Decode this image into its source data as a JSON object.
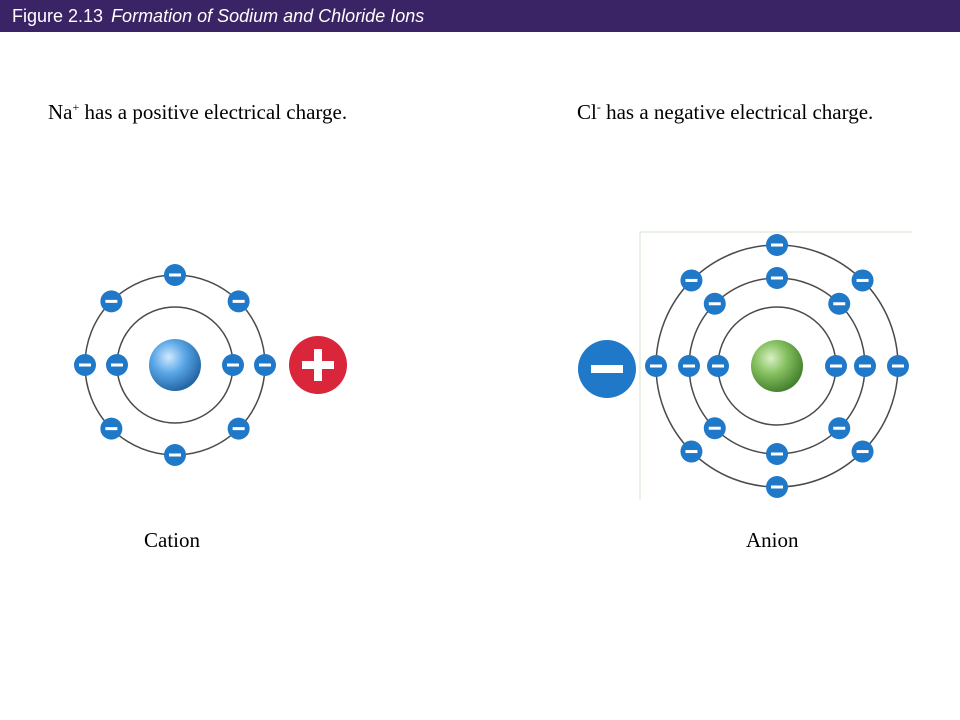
{
  "header": {
    "figure_number": "Figure 2.13",
    "figure_title": "Formation of Sodium and Chloride Ions",
    "background_color": "#3a2466"
  },
  "sodium": {
    "caption_symbol": "Na",
    "caption_charge": "+",
    "caption_text": " has a positive electrical charge.",
    "label": "Cation",
    "shells": [
      2,
      8
    ],
    "ion_charge_icon": "plus-icon",
    "ion_charge_color": "#d9263a",
    "nucleus_color": "#3d8fd6"
  },
  "chlorine": {
    "caption_symbol": "Cl",
    "caption_charge": "-",
    "caption_text": " has a negative electrical charge.",
    "label": "Anion",
    "shells": [
      2,
      8,
      8
    ],
    "ion_charge_icon": "minus-icon",
    "ion_charge_color": "#1f78c8",
    "nucleus_color": "#6fae4e"
  },
  "colors": {
    "electron": "#1f78c8",
    "orbit": "#4a4a4a"
  }
}
